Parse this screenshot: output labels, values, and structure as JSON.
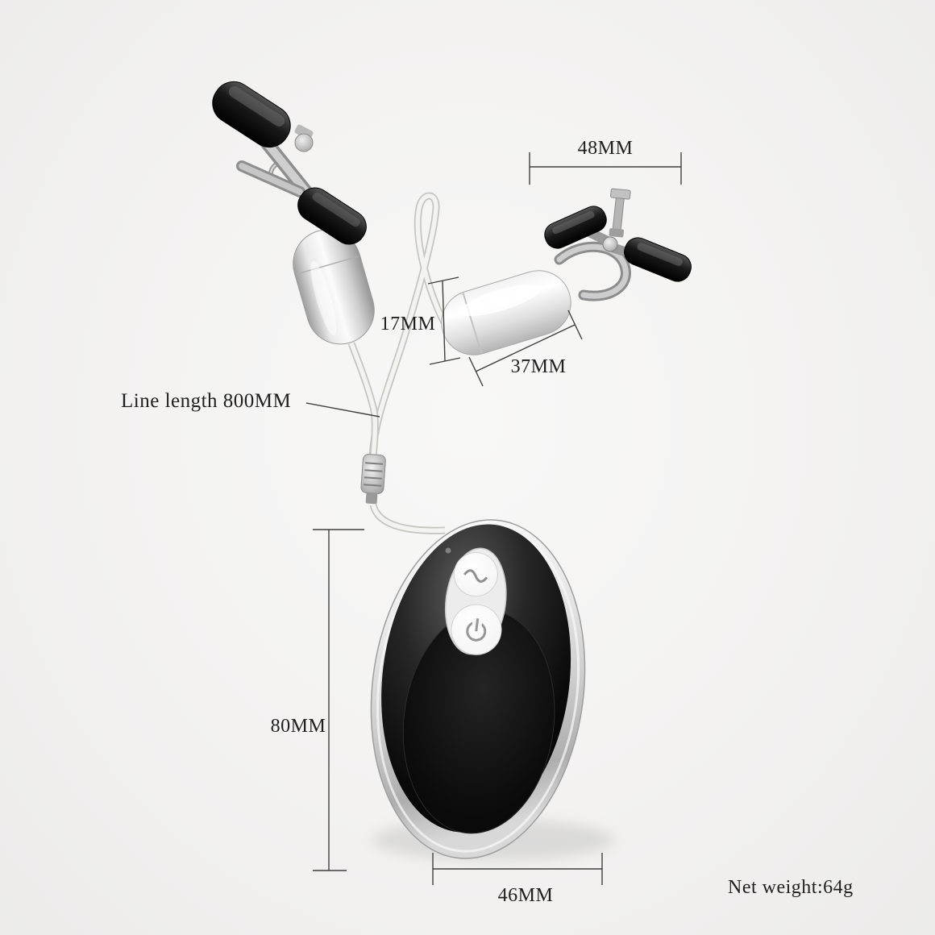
{
  "page": {
    "description": "Product dimension diagram of a remote-controlled vibrating bullet with clamps",
    "background_color": "#f4f3f2"
  },
  "annotations": {
    "clamp_width": "48MM",
    "bullet_diameter": "17MM",
    "bullet_length": "37MM",
    "line_length": "Line length 800MM",
    "remote_height": "80MM",
    "remote_width": "46MM",
    "net_weight": "Net weight:64g"
  },
  "icons": {
    "mode_button": "wave-icon",
    "power_button": "power-icon"
  },
  "colors": {
    "annotation_text": "#1f1f1f",
    "dimension_line": "#3f3f3f",
    "device_black": "#0a0a0a",
    "device_chrome": "#cccccc",
    "cable": "#f3f3f0"
  }
}
